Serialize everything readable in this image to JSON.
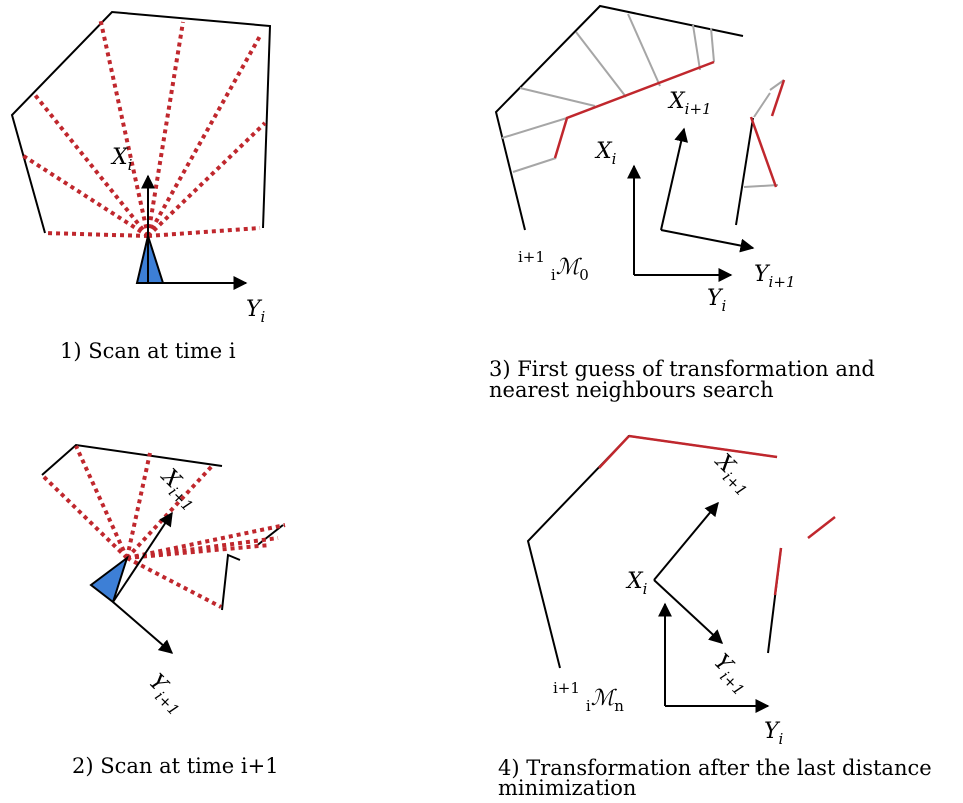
{
  "panels": [
    {
      "caption": "1) Scan at time i",
      "x_label": "X",
      "x_sub": "i",
      "y_label": "Y",
      "y_sub": "i"
    },
    {
      "caption": "2) Scan at time i+1",
      "x_label": "X",
      "x_sub": "i+1",
      "y_label": "Y",
      "y_sub": "i+1"
    },
    {
      "caption_line1": "3) First guess of transformation and",
      "caption_line2": "nearest neighbours search",
      "frame_i_x_label": "X",
      "frame_i_x_sub": "i",
      "frame_i_y_label": "Y",
      "frame_i_y_sub": "i",
      "frame_next_x_label": "X",
      "frame_next_x_sub": "i+1",
      "frame_next_y_label": "Y",
      "frame_next_y_sub": "i+1",
      "transform_sup": "i+1",
      "transform_sub": "i",
      "transform_symbol": "ℳ",
      "transform_index": "0"
    },
    {
      "caption_line1": "4) Transformation after the last distance",
      "caption_line2": "minimization",
      "frame_i_x_label": "X",
      "frame_i_x_sub": "i",
      "frame_i_y_label": "Y",
      "frame_i_y_sub": "i",
      "frame_next_x_label": "X",
      "frame_next_x_sub": "i+1",
      "frame_next_y_label": "Y",
      "frame_next_y_sub": "i+1",
      "transform_sup": "i+1",
      "transform_sub": "i",
      "transform_symbol": "ℳ",
      "transform_index": "n"
    }
  ],
  "colors": {
    "ray": "#c0272d",
    "wall": "#000000",
    "neighbour_link": "#a6a6a6",
    "sensor": "#3d7fd6"
  }
}
